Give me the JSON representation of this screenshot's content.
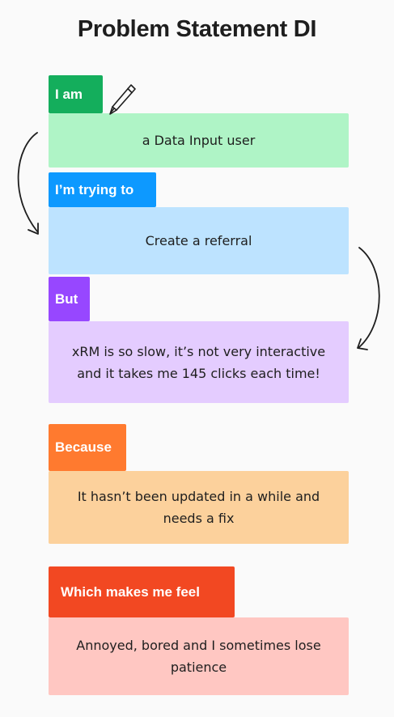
{
  "title": "Problem Statement DI",
  "sections": [
    {
      "tag": "I am",
      "text": "a Data Input user",
      "tag_color": "#14ae5c",
      "box_color": "#aff4c6"
    },
    {
      "tag": "I’m trying to",
      "text": "Create a referral",
      "tag_color": "#0d99ff",
      "box_color": "#bde3ff"
    },
    {
      "tag": "But",
      "text": "xRM is so slow, it’s not very interactive and it takes me 145 clicks each time!",
      "tag_color": "#9747ff",
      "box_color": "#e4ccff"
    },
    {
      "tag": "Because",
      "text": "It hasn’t been updated in a while and needs a fix",
      "tag_color": "#ff7a2f",
      "box_color": "#fcd19c"
    },
    {
      "tag": "Which makes me feel",
      "text": "Annoyed, bored and I sometimes lose patience",
      "tag_color": "#f24822",
      "box_color": "#ffc7c2"
    }
  ],
  "icons": {
    "pencil": "pencil-icon",
    "arrow_left": "curved-arrow-icon",
    "arrow_right": "curved-arrow-icon"
  }
}
